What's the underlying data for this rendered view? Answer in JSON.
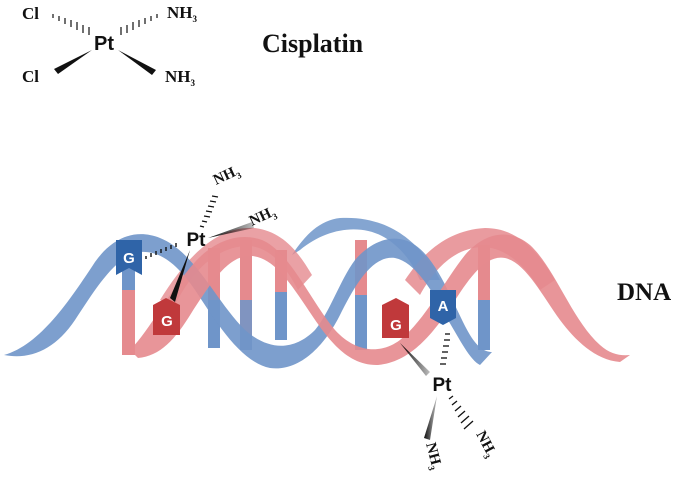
{
  "cisplatin": {
    "title": "Cisplatin",
    "center": "Pt",
    "cl": "Cl",
    "nh": "NH",
    "sub": "3"
  },
  "dna": {
    "label": "DNA",
    "metal": "Pt",
    "nh": "NH",
    "sub": "3",
    "base_g": "G",
    "base_a": "A"
  },
  "colors": {
    "blue_strand": "#6f95c9",
    "red_strand": "#e58a8e",
    "blue_base": "#2f64a8",
    "red_base": "#c0393b"
  }
}
